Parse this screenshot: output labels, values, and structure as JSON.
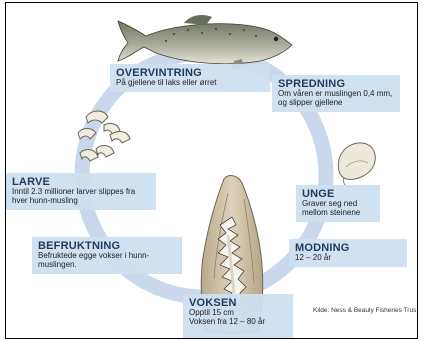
{
  "stages": {
    "overvintring": {
      "title": "OVERVINTRING",
      "desc": "På gjellene til laks eller ørret"
    },
    "spredning": {
      "title": "SPREDNING",
      "desc": "Om våren er muslingen 0,4 mm, og slipper gjellene"
    },
    "unge": {
      "title": "UNGE",
      "desc": "Graver seg ned mellom steinene"
    },
    "modning": {
      "title": "MODNING",
      "desc": "12 – 20 år"
    },
    "voksen": {
      "title": "VOKSEN",
      "desc1": "Opptil 15 cm",
      "desc2": "Voksen fra 12 – 80 år"
    },
    "befruktning": {
      "title": "BEFRUKTNING",
      "desc": "Befruktede egge vokser i hunn-muslingen."
    },
    "larve": {
      "title": "LARVE",
      "desc": "Inntil 2.3 millioner larver slippes fra hver hunn-musling"
    }
  },
  "source": "Kilde: Ness & Beauly Fisheries Trus",
  "colors": {
    "ring": "#c9d8ec",
    "box": "#cddff0",
    "title": "#1f3b5c"
  },
  "icons": [
    "fish-icon",
    "juvenile-mussel-icon",
    "adult-mussel-icon",
    "larvae-icon"
  ]
}
